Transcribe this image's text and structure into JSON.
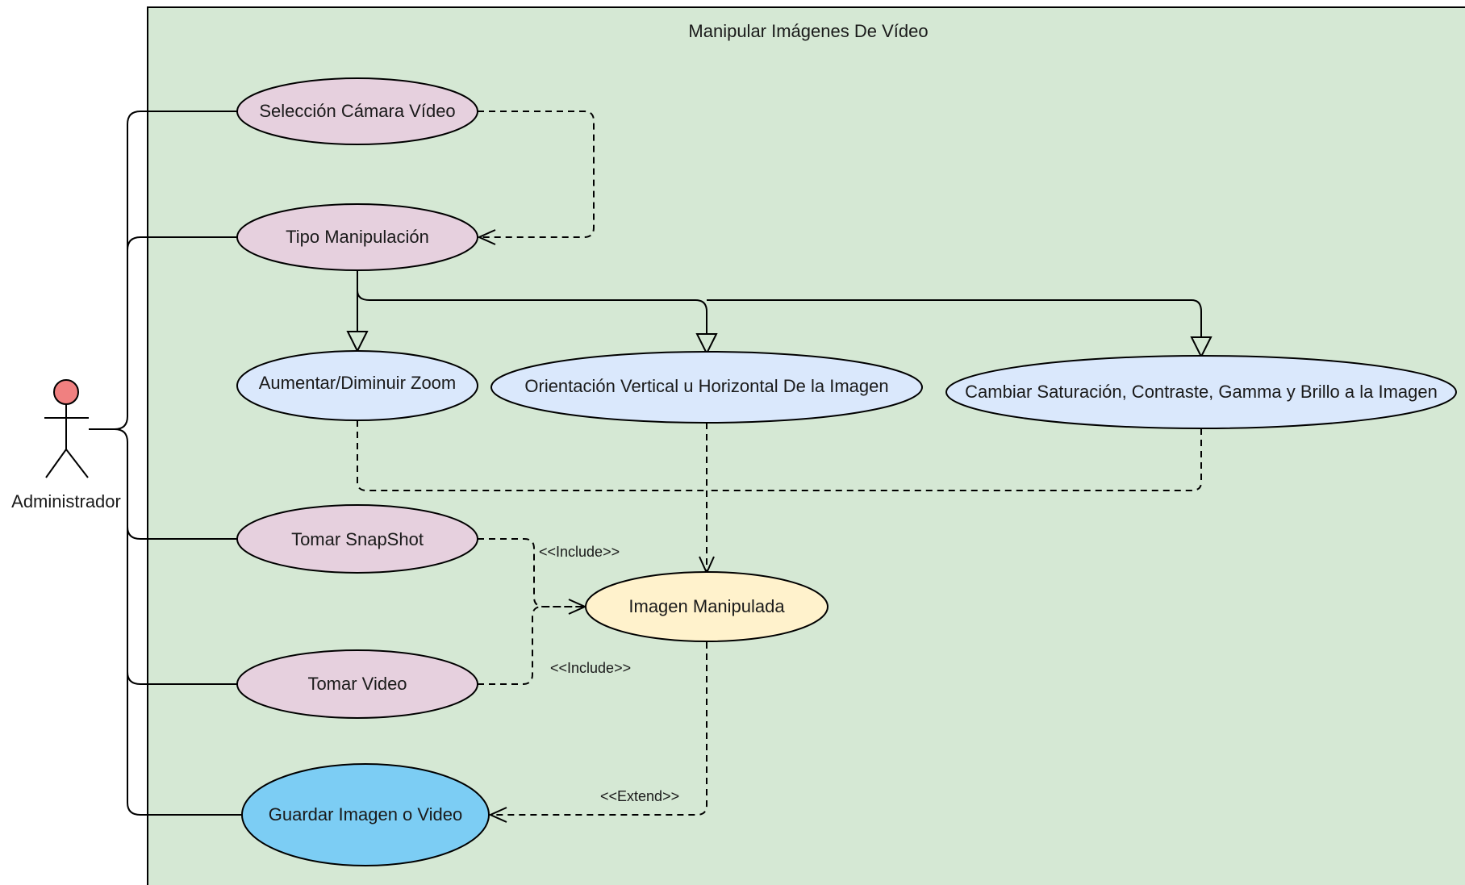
{
  "system": {
    "title": "Manipular Imágenes De Vídeo",
    "color": "#d5e8d4"
  },
  "actor": {
    "name": "Administrador",
    "head_color": "#f08080"
  },
  "use_cases": [
    {
      "id": "seleccion",
      "label": "Selección Cámara Vídeo",
      "color": "#e6d0de"
    },
    {
      "id": "tipo",
      "label": "Tipo Manipulación",
      "color": "#e6d0de"
    },
    {
      "id": "zoom",
      "label": "Aumentar/Diminuir Zoom",
      "color": "#dae8fc"
    },
    {
      "id": "orientacion",
      "label": "Orientación Vertical u Horizontal De la Imagen",
      "color": "#dae8fc"
    },
    {
      "id": "cambiar",
      "label": "Cambiar Saturación, Contraste, Gamma y Brillo a la Imagen",
      "color": "#dae8fc"
    },
    {
      "id": "snapshot",
      "label": "Tomar SnapShot",
      "color": "#e6d0de"
    },
    {
      "id": "imagen",
      "label": "Imagen Manipulada",
      "color": "#fff2cc"
    },
    {
      "id": "video",
      "label": "Tomar Video",
      "color": "#e6d0de"
    },
    {
      "id": "guardar",
      "label": "Guardar Imagen o Video",
      "color": "#7ccdf4"
    }
  ],
  "relations": {
    "include_1": "<<Include>>",
    "include_2": "<<Include>>",
    "extend": "<<Extend>>"
  }
}
